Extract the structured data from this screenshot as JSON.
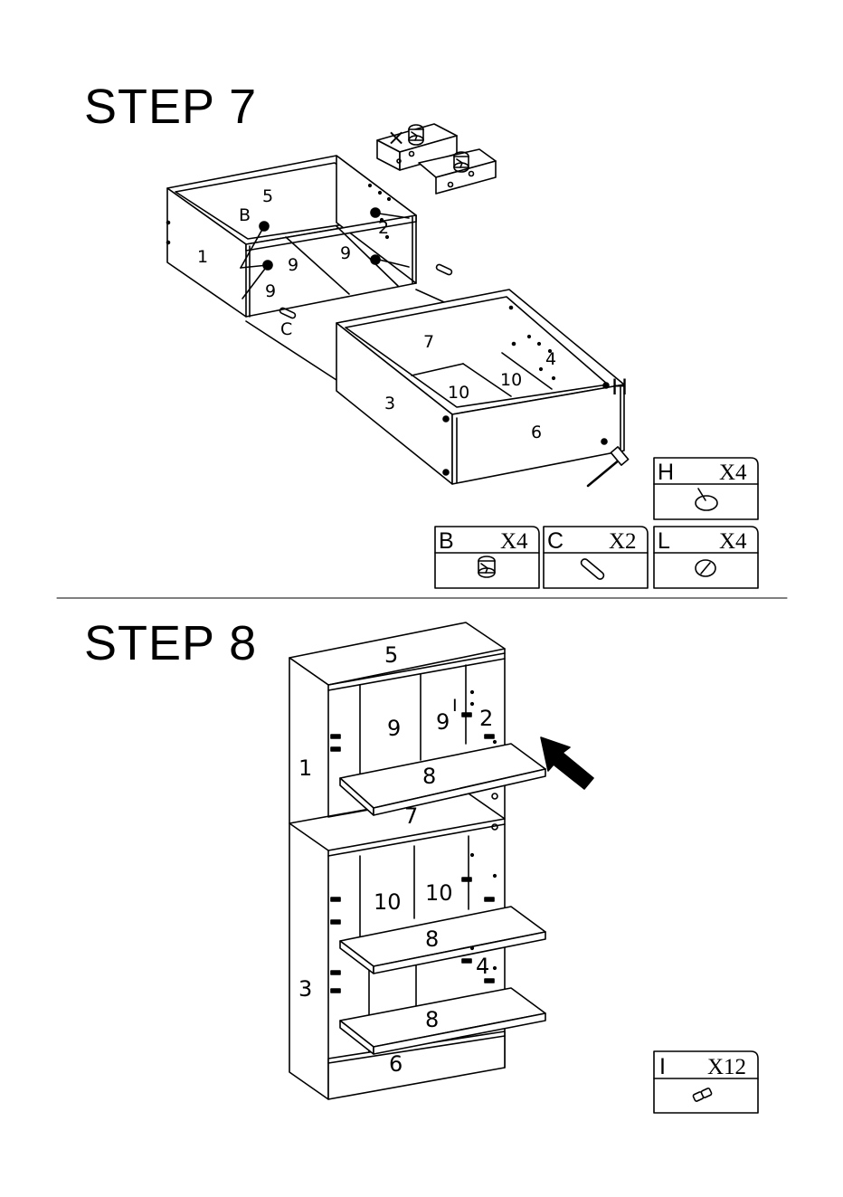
{
  "step7": {
    "title": "STEP 7",
    "cross_mark": "×",
    "upper_labels": {
      "part_1": "1",
      "part_5": "5",
      "part_b": "B",
      "part_2": "2",
      "part_9_left": "9",
      "part_9_right": "9",
      "part_9_low": "9",
      "part_c": "C"
    },
    "lower_labels": {
      "part_7": "7",
      "part_4": "4",
      "part_10_right": "10",
      "part_10_left": "10",
      "part_3": "3",
      "part_6": "6",
      "part_h": "H"
    },
    "hardware": [
      {
        "letter": "H",
        "qty": "X4",
        "icon": "nail-glide-icon"
      },
      {
        "letter": "B",
        "qty": "X4",
        "icon": "cam-lock-icon"
      },
      {
        "letter": "C",
        "qty": "X2",
        "icon": "wood-dowel-icon"
      },
      {
        "letter": "L",
        "qty": "X4",
        "icon": "cap-cover-icon"
      }
    ]
  },
  "step8": {
    "title": "STEP 8",
    "labels": {
      "part_5": "5",
      "part_1": "1",
      "part_9_left": "9",
      "part_9_right": "9",
      "part_i": "I",
      "part_2": "2",
      "part_8_top": "8",
      "part_7": "7",
      "part_10_left": "10",
      "part_10_right": "10",
      "part_8_mid": "8",
      "part_4": "4",
      "part_3": "3",
      "part_8_bottom": "8",
      "part_6": "6"
    },
    "hardware": [
      {
        "letter": "I",
        "qty": "X12",
        "icon": "shelf-pin-icon"
      }
    ]
  }
}
